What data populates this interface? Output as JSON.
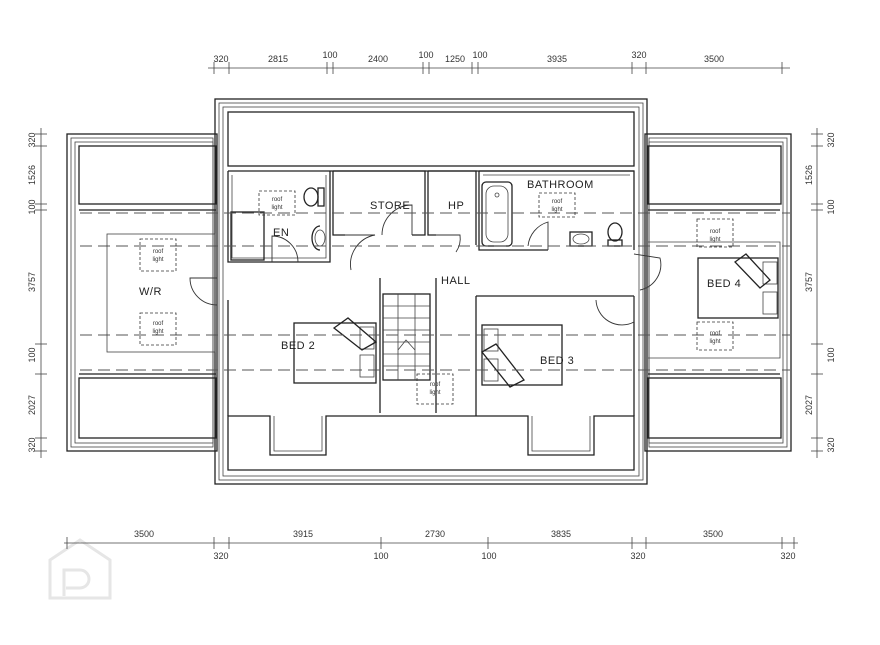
{
  "dimensions": {
    "top": [
      "320",
      "2815",
      "100",
      "2400",
      "100",
      "1250",
      "100",
      "3935",
      "320",
      "3500"
    ],
    "bottom_upper": [
      "3500",
      "3915",
      "2730",
      "3835",
      "3500"
    ],
    "bottom_lower": [
      "320",
      "100",
      "100",
      "320",
      "320"
    ],
    "left": [
      "320",
      "1526",
      "100",
      "3757",
      "100",
      "2027",
      "320"
    ],
    "right": [
      "320",
      "1526",
      "100",
      "3757",
      "100",
      "2027",
      "320"
    ]
  },
  "rooms": {
    "bathroom": "BATHROOM",
    "store": "STORE",
    "hp": "HP",
    "en": "EN",
    "hall": "HALL",
    "wr": "W/R",
    "bed2": "BED  2",
    "bed3": "BED  3",
    "bed4": "BED  4"
  },
  "roof_light": {
    "line1": "roof",
    "line2": "light"
  },
  "watermark_text": "P"
}
